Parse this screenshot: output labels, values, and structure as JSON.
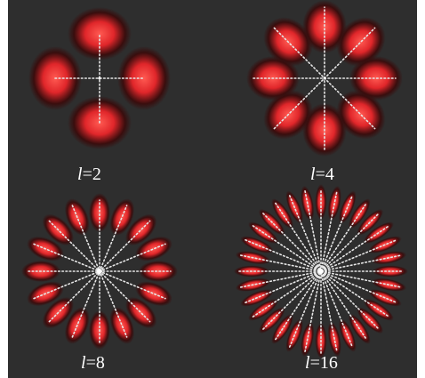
{
  "figure": {
    "panels": [
      {
        "prefix": "l",
        "suffix": "=2",
        "lobes": 4
      },
      {
        "prefix": "l",
        "suffix": "=4",
        "lobes": 8
      },
      {
        "prefix": "l",
        "suffix": "=8",
        "lobes": 16
      },
      {
        "prefix": "l",
        "suffix": "=16",
        "lobes": 32
      }
    ],
    "colors": {
      "background": "#2e2e2e",
      "lobe_core": "#ff5a52",
      "lobe_mid": "#e0262a",
      "lobe_edge": "#3a0a0a",
      "line_dots": "#e6e6e6"
    }
  }
}
